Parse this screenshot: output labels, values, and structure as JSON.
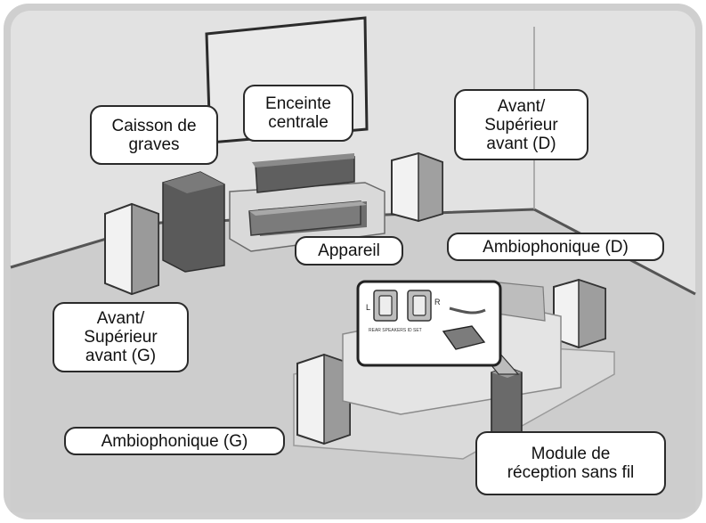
{
  "labels": {
    "subwoofer": "Caisson de\ngraves",
    "center_speaker": "Enceinte\ncentrale",
    "front_right": "Avant/\nSupérieur\navant  (D)",
    "device": "Appareil",
    "surround_right": "Ambiophonique (D)",
    "front_left": "Avant/\nSupérieur\navant  (G)",
    "surround_left": "Ambiophonique (G)",
    "wireless_module": "Module de\nréception sans fil"
  },
  "inset": {
    "left_tag": "L",
    "right_tag": "R",
    "port_caption": "REAR SPEAKERS  ID SET"
  },
  "colors": {
    "frame_border": "#cfcfcf",
    "wall": "#dedede",
    "floor": "#cbcbcb",
    "rug": "#d8d8d8",
    "speaker_light": "#f4f4f4",
    "speaker_dark": "#595959",
    "label_border": "#2a2a2a"
  }
}
